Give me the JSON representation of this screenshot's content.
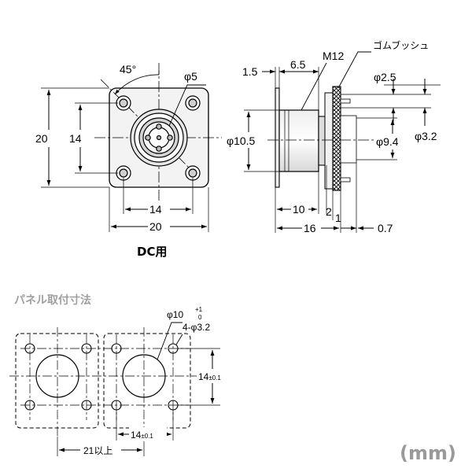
{
  "front_view": {
    "angle": "45°",
    "pin_dia": "φ5",
    "height": "20",
    "pitch_v": "14",
    "pitch_h": "14",
    "width": "20",
    "caption": "DC用"
  },
  "side_view": {
    "dim_1_5": "1.5",
    "dim_6_5": "6.5",
    "thread": "M12",
    "bushing": "ゴムブッシュ",
    "dia_2_5": "φ2.5",
    "dia_10_5": "φ10.5",
    "dia_9_4": "φ9.4",
    "dia_3_2": "φ3.2",
    "len_10": "10",
    "len_2": "2",
    "len_1": "1",
    "len_16": "16",
    "len_0_7": "0.7"
  },
  "panel_cutout": {
    "title": "パネル取付寸法",
    "hole_base": "φ10",
    "hole_tol_upper": "+1",
    "hole_tol_lower": "0",
    "mount_holes": "4-φ3.2",
    "pitch_v_main": "14",
    "pitch_v_tol": "±0.1",
    "pitch_h_main": "14",
    "pitch_h_tol": "±0.1",
    "spacing": "21以上"
  },
  "unit_label": "(mm)"
}
